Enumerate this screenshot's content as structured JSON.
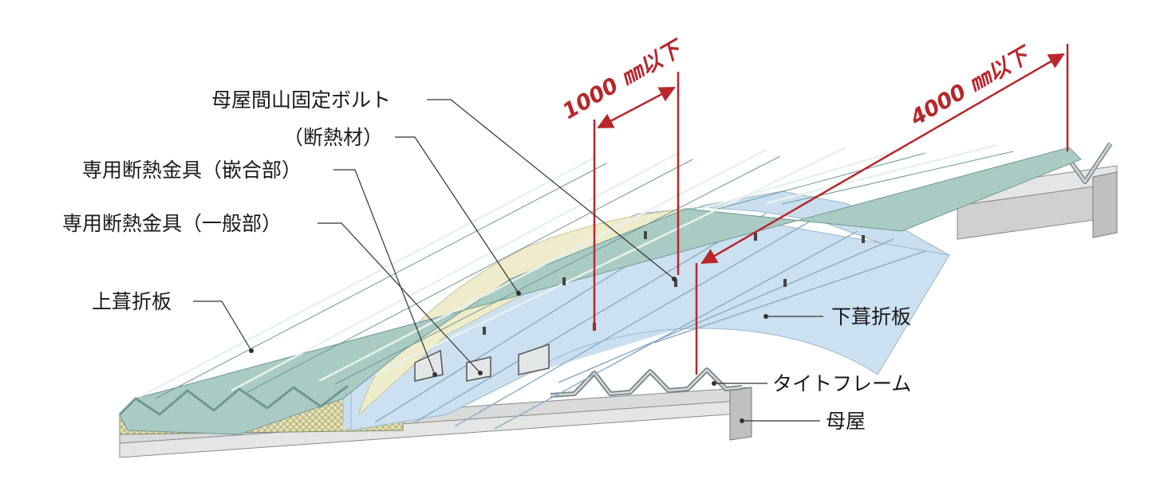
{
  "labels": {
    "bolt": "母屋間山固定ボルト",
    "insulation": "（断熱材）",
    "fitting_joint": "専用断熱金具（嵌合部）",
    "fitting_general": "専用断熱金具（一般部）",
    "upper_panel": "上葺折板",
    "lower_panel": "下葺折板",
    "tight_frame": "タイトフレーム",
    "purlin": "母屋"
  },
  "dimensions": {
    "spacing_a": "1000 ㎜以下",
    "spacing_b": "4000 ㎜以下"
  },
  "colors": {
    "upper_panel": "#a9cbc4",
    "lower_panel": "#c9dff0",
    "insulation": "#eeeccb",
    "purlin": "#cfd0d0",
    "dimension": "#b8262b"
  }
}
